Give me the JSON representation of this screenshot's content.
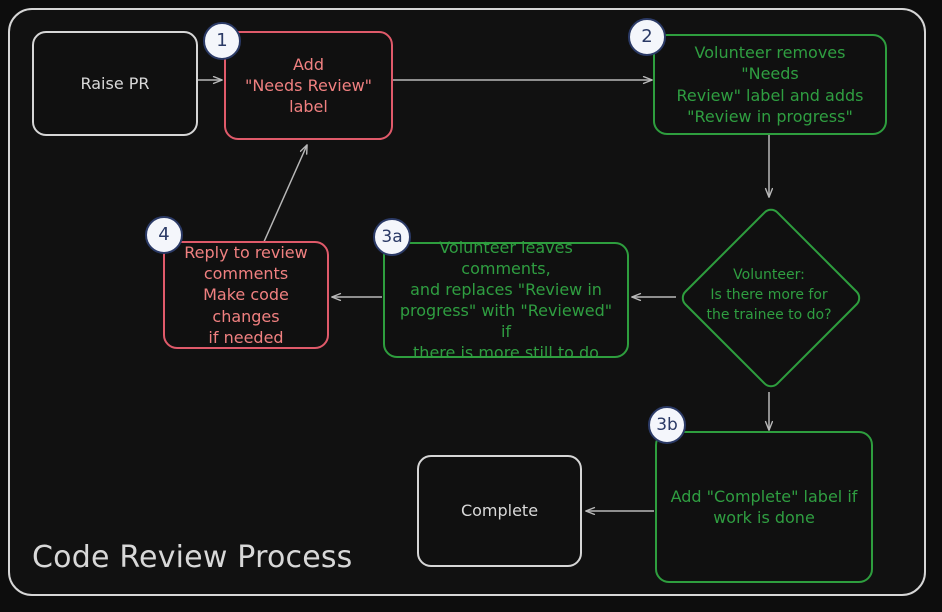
{
  "diagram": {
    "title": "Code Review Process",
    "type": "flowchart",
    "theme": {
      "background": "#0d0d0d",
      "frame_border": "#d6d6d6",
      "neutral": "#d6d6d6",
      "red": "#e05a6a",
      "green": "#2e9e3e",
      "badge_fill": "#f4f6fb",
      "badge_border": "#2b3a66",
      "arrow": "#b9b9b9"
    },
    "nodes": [
      {
        "id": "raise-pr",
        "label": "Raise PR",
        "shape": "rounded-rect",
        "color": "gray",
        "badge": null
      },
      {
        "id": "add-needs-review",
        "label": "Add\n\"Needs Review\"\nlabel",
        "shape": "rounded-rect",
        "color": "red",
        "badge": "1"
      },
      {
        "id": "volunteer-removes",
        "label": "Volunteer removes \"Needs\nReview\" label and adds\n\"Review in progress\"",
        "shape": "rounded-rect",
        "color": "green",
        "badge": "2"
      },
      {
        "id": "decision-more-work",
        "label": "Volunteer:\nIs there more for\nthe trainee to do?",
        "shape": "diamond",
        "color": "green",
        "badge": null
      },
      {
        "id": "volunteer-leaves-comments",
        "label": "Volunteer leaves comments,\nand replaces \"Review in\nprogress\" with \"Reviewed\" if\nthere is more still to do",
        "shape": "rounded-rect",
        "color": "green",
        "badge": "3a"
      },
      {
        "id": "reply-to-review",
        "label": "Reply to review\ncomments\nMake code changes\nif needed",
        "shape": "rounded-rect",
        "color": "red",
        "badge": "4"
      },
      {
        "id": "add-complete-label",
        "label": "Add \"Complete\" label if\nwork is done",
        "shape": "rounded-rect",
        "color": "green",
        "badge": "3b"
      },
      {
        "id": "complete",
        "label": "Complete",
        "shape": "rounded-rect",
        "color": "gray",
        "badge": null
      }
    ],
    "edges": [
      {
        "from": "raise-pr",
        "to": "add-needs-review",
        "label": ""
      },
      {
        "from": "add-needs-review",
        "to": "volunteer-removes",
        "label": ""
      },
      {
        "from": "volunteer-removes",
        "to": "decision-more-work",
        "label": ""
      },
      {
        "from": "decision-more-work",
        "to": "volunteer-leaves-comments",
        "label": ""
      },
      {
        "from": "decision-more-work",
        "to": "add-complete-label",
        "label": ""
      },
      {
        "from": "volunteer-leaves-comments",
        "to": "reply-to-review",
        "label": ""
      },
      {
        "from": "reply-to-review",
        "to": "add-needs-review",
        "label": ""
      },
      {
        "from": "add-complete-label",
        "to": "complete",
        "label": ""
      }
    ],
    "badges": {
      "one": "1",
      "two": "2",
      "three_a": "3a",
      "three_b": "3b",
      "four": "4"
    }
  }
}
